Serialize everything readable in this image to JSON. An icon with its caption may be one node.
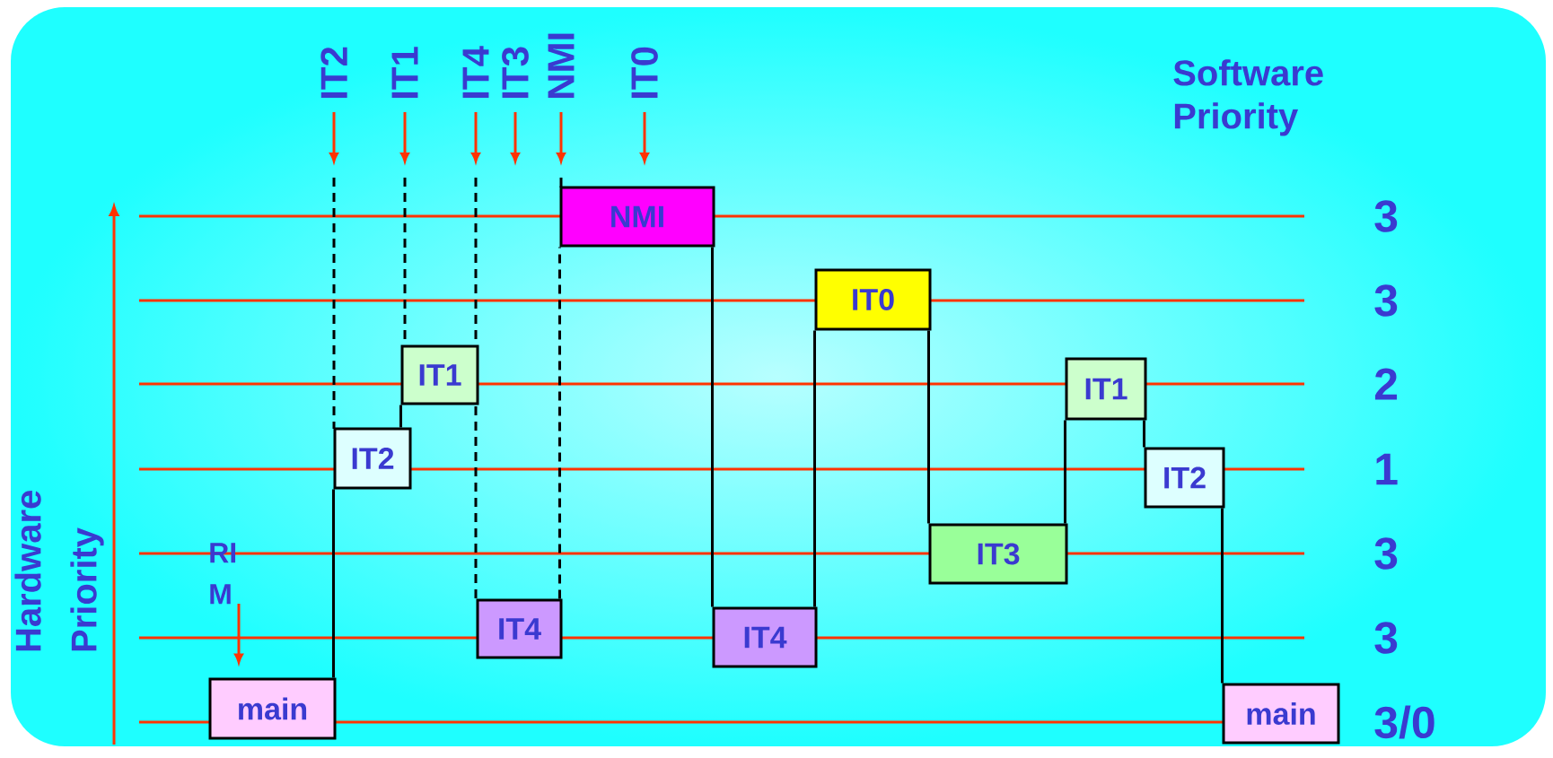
{
  "diagram": {
    "nodes": [
      {
        "text": [
          "main"
        ]
      },
      {
        "text": [
          "IT2"
        ]
      },
      {
        "text": [
          "IT1"
        ]
      },
      {
        "text": [
          "IT4"
        ]
      },
      {
        "text": [
          "NMI"
        ]
      },
      {
        "text": [
          "IT4"
        ]
      },
      {
        "text": [
          "IT0"
        ]
      },
      {
        "text": [
          "IT3"
        ]
      },
      {
        "text": [
          "IT1"
        ]
      },
      {
        "text": [
          "IT2"
        ]
      },
      {
        "text": [
          "main"
        ]
      },
      {
        "text": [
          "IT2"
        ]
      },
      {
        "text": [
          "IT1"
        ]
      },
      {
        "text": [
          "IT4"
        ]
      },
      {
        "text": [
          "IT3"
        ]
      },
      {
        "text": [
          "NMI"
        ]
      },
      {
        "text": [
          "IT0"
        ]
      },
      {
        "text": [
          "RI M"
        ]
      }
    ],
    "edges": [
      {
        "from": 0,
        "to": 1,
        "arrow": "none"
      },
      {
        "from": 1,
        "to": 2,
        "arrow": "none"
      },
      {
        "from": 3,
        "to": 4,
        "arrow": "none",
        "style": "dashed"
      },
      {
        "from": 4,
        "to": 5,
        "arrow": "none"
      },
      {
        "from": 5,
        "to": 6,
        "arrow": "none"
      },
      {
        "from": 6,
        "to": 7,
        "arrow": "none"
      },
      {
        "from": 7,
        "to": 8,
        "arrow": "none"
      },
      {
        "from": 8,
        "to": 9,
        "arrow": "none"
      },
      {
        "from": 9,
        "to": 10,
        "arrow": "none"
      },
      {
        "from": 11,
        "to": null,
        "arrow": "to",
        "color": "#ff3300"
      },
      {
        "from": 12,
        "to": null,
        "arrow": "to",
        "color": "#ff3300"
      },
      {
        "from": 13,
        "to": null,
        "arrow": "to",
        "color": "#ff3300"
      },
      {
        "from": 14,
        "to": null,
        "arrow": "to",
        "color": "#ff3300"
      },
      {
        "from": 15,
        "to": null,
        "arrow": "to",
        "color": "#ff3300"
      },
      {
        "from": 16,
        "to": null,
        "arrow": "to",
        "color": "#ff3300"
      },
      {
        "from": 17,
        "to": 0,
        "arrow": "to",
        "color": "#ff3300"
      }
    ],
    "labels": [
      "Software Priority",
      "3",
      "3",
      "2",
      "1",
      "3",
      "3",
      "3/0",
      "Hardware Priority"
    ]
  }
}
